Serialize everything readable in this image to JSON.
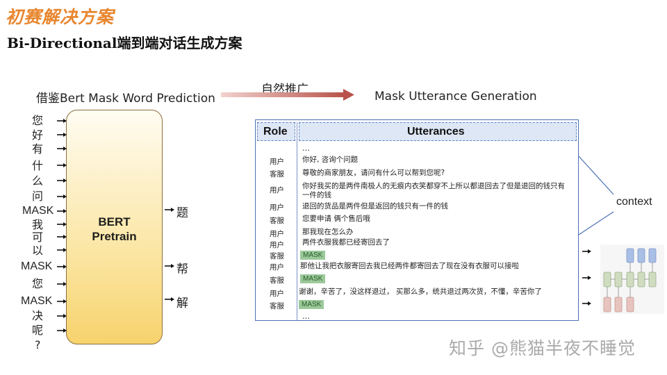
{
  "slide": {
    "title": "初赛解决方案",
    "subtitle": "Bi-Directional端到端对话生成方案"
  },
  "left": {
    "heading": "借鉴Bert Mask Word Prediction",
    "model_label_1": "BERT",
    "model_label_2": "Pretrain",
    "input_tokens": [
      "您",
      "好",
      "有",
      "什",
      "么",
      "问",
      "MASK",
      "我",
      "可",
      "以",
      "MASK",
      "您",
      "MASK",
      "决",
      "呢",
      "?"
    ],
    "output_tokens": [
      "题",
      "帮",
      "解"
    ]
  },
  "arrow": {
    "label": "自然推广"
  },
  "right": {
    "heading": "Mask Utterance Generation",
    "header_role": "Role",
    "header_utterances": "Utterances",
    "ellipsis_top": "…",
    "ellipsis_bottom": "…",
    "rows": [
      {
        "role": "用户",
        "text": "你好, 咨询个问题"
      },
      {
        "role": "客服",
        "text": "尊敬的商家朋友，请问有什么可以帮到您呢?"
      },
      {
        "role": "用户",
        "text": "你好我买的是两件南极人的无痕内衣笑都穿不上所以都退回去了但是退回的钱只有一件的钱"
      },
      {
        "role": "用户",
        "text": "退回的货品是两件但是返回的钱只有一件的钱"
      },
      {
        "role": "客服",
        "text": "您要申请 俩个售后哦"
      },
      {
        "role": "用户",
        "text": "那我现在怎么办"
      },
      {
        "role": "用户",
        "text": "两件衣服我都已经寄回去了"
      },
      {
        "role": "客服",
        "text": "MASK"
      },
      {
        "role": "用户",
        "text": "那他让我把衣服寄回去我已经两件都寄回去了现在没有衣服可以接啦"
      },
      {
        "role": "客服",
        "text": "MASK"
      },
      {
        "role": "用户",
        "text": "谢谢，辛苦了，没这样退过， 买那么多，统共退过两次货，不懂，辛苦你了"
      },
      {
        "role": "客服",
        "text": "MASK"
      }
    ],
    "context_label": "context"
  },
  "colors": {
    "title": "#e8862f",
    "panel_border": "#4a6fb5",
    "header_fill": "#dde7f5",
    "mask_fill": "#9bc99a",
    "bert_fill_top": "#fffcf2",
    "bert_fill_bottom": "#f7d36d",
    "rnn_blue": "#a9bfe6",
    "rnn_green": "#cfdcc0",
    "rnn_red": "#e8c4bf"
  },
  "watermark": "知乎 @熊猫半夜不睡觉"
}
